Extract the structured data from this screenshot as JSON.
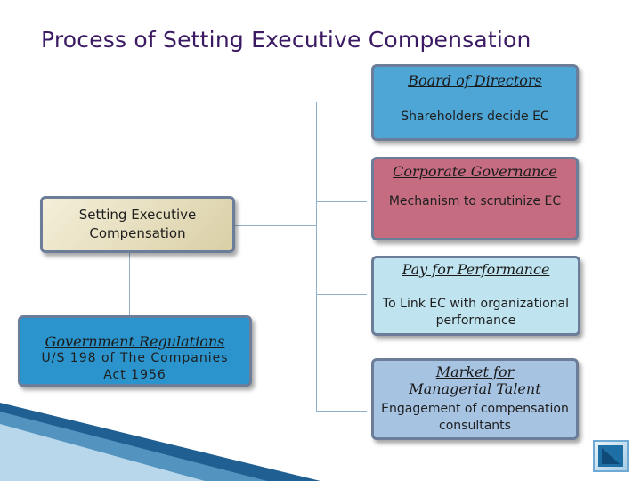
{
  "title": "Process of Setting Executive Compensation",
  "center_box": {
    "label": "Setting Executive Compensation"
  },
  "government": {
    "header": "Government Regulations",
    "text": "U/S 198 of The Companies Act 1956"
  },
  "branches": [
    {
      "header": "Board of Directors",
      "text": "Shareholders decide EC",
      "color": "#4ea6d6"
    },
    {
      "header": "Corporate Governance",
      "text": "Mechanism to scrutinize EC",
      "color": "#c56c80"
    },
    {
      "header": "Pay for Performance",
      "text": "To Link EC with organizational performance",
      "color": "#bfe4ef"
    },
    {
      "header": "Market for Managerial Talent",
      "text": "Engagement of compensation consultants",
      "color": "#a7c3e2"
    }
  ],
  "colors": {
    "title": "#3b1a63",
    "center_fill": "#e9e2c2",
    "government_fill": "#2b94cc",
    "connector": "#8fb0c8"
  },
  "nav_icon": "back-arrow-icon"
}
